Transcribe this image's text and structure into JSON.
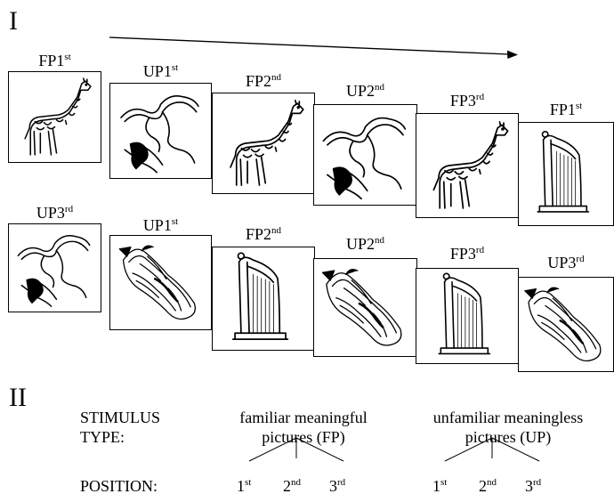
{
  "panel_labels": {
    "one": "I",
    "two": "II"
  },
  "sequence_rows": [
    [
      {
        "code": "FP",
        "num": "1",
        "ord": "st",
        "picture": "giraffe"
      },
      {
        "code": "UP",
        "num": "1",
        "ord": "st",
        "picture": "abstract-scribble"
      },
      {
        "code": "FP",
        "num": "2",
        "ord": "nd",
        "picture": "giraffe"
      },
      {
        "code": "UP",
        "num": "2",
        "ord": "nd",
        "picture": "abstract-scribble"
      },
      {
        "code": "FP",
        "num": "3",
        "ord": "rd",
        "picture": "giraffe"
      },
      {
        "code": "FP",
        "num": "1",
        "ord": "st",
        "picture": "harp"
      }
    ],
    [
      {
        "code": "UP",
        "num": "3",
        "ord": "rd",
        "picture": "abstract-scribble"
      },
      {
        "code": "UP",
        "num": "1",
        "ord": "st",
        "picture": "abstract-texture"
      },
      {
        "code": "FP",
        "num": "2",
        "ord": "nd",
        "picture": "harp"
      },
      {
        "code": "UP",
        "num": "2",
        "ord": "nd",
        "picture": "abstract-texture"
      },
      {
        "code": "FP",
        "num": "3",
        "ord": "rd",
        "picture": "harp"
      },
      {
        "code": "UP",
        "num": "3",
        "ord": "rd",
        "picture": "abstract-texture"
      }
    ]
  ],
  "design": {
    "stimulus_label_line1": "STIMULUS",
    "stimulus_label_line2": "TYPE:",
    "fp_line1": "familiar meaningful",
    "fp_line2": "pictures (FP)",
    "up_line1": "unfamiliar meaningless",
    "up_line2": "pictures (UP)",
    "position_label": "POSITION:",
    "positions": [
      {
        "num": "1",
        "ord": "st"
      },
      {
        "num": "2",
        "ord": "nd"
      },
      {
        "num": "3",
        "ord": "rd"
      }
    ]
  }
}
